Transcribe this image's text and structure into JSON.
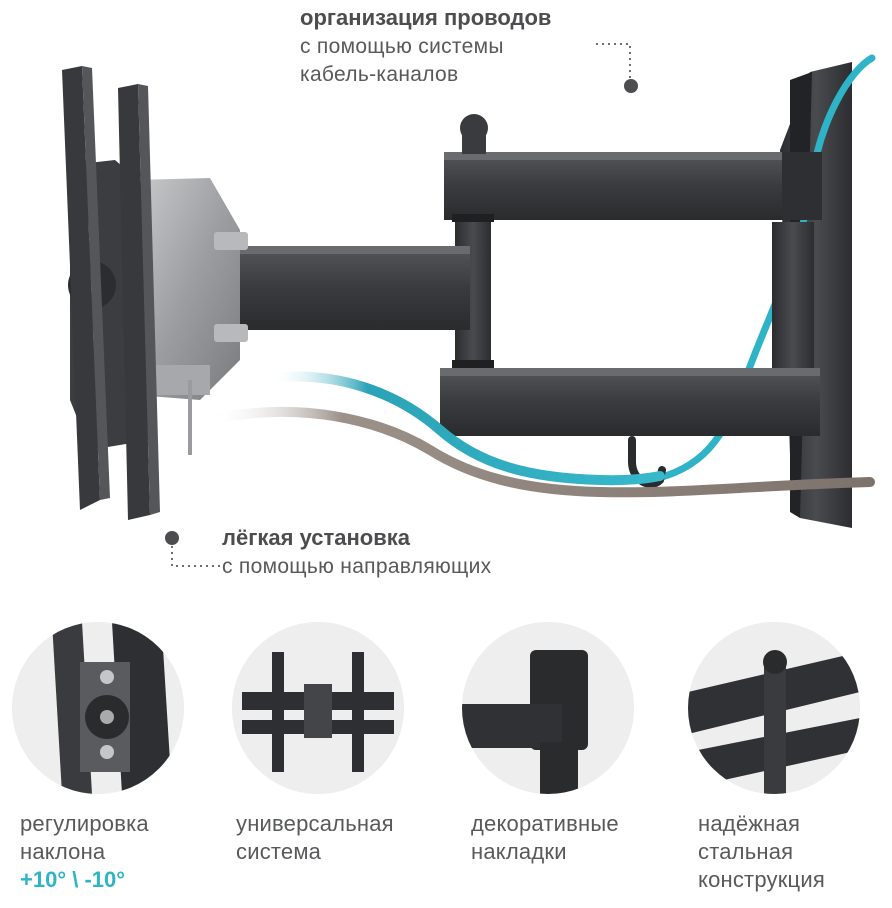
{
  "callout_top": {
    "title": "организация проводов",
    "line1": "с помощью системы",
    "line2": "кабель-каналов"
  },
  "callout_middle": {
    "title": "лёгкая установка",
    "line1": "с помощью направляющих"
  },
  "features": [
    {
      "line1": "регулировка",
      "line2": "наклона",
      "accent": "+10° \\ -10°"
    },
    {
      "line1": "универсальная",
      "line2": "система"
    },
    {
      "line1": "декоративные",
      "line2": "накладки"
    },
    {
      "line1": "надёжная",
      "line2": "стальная",
      "line3": "конструкция"
    }
  ],
  "colors": {
    "steel": "#3b3b3d",
    "accent": "#2fb3c7",
    "text": "#58595b"
  }
}
